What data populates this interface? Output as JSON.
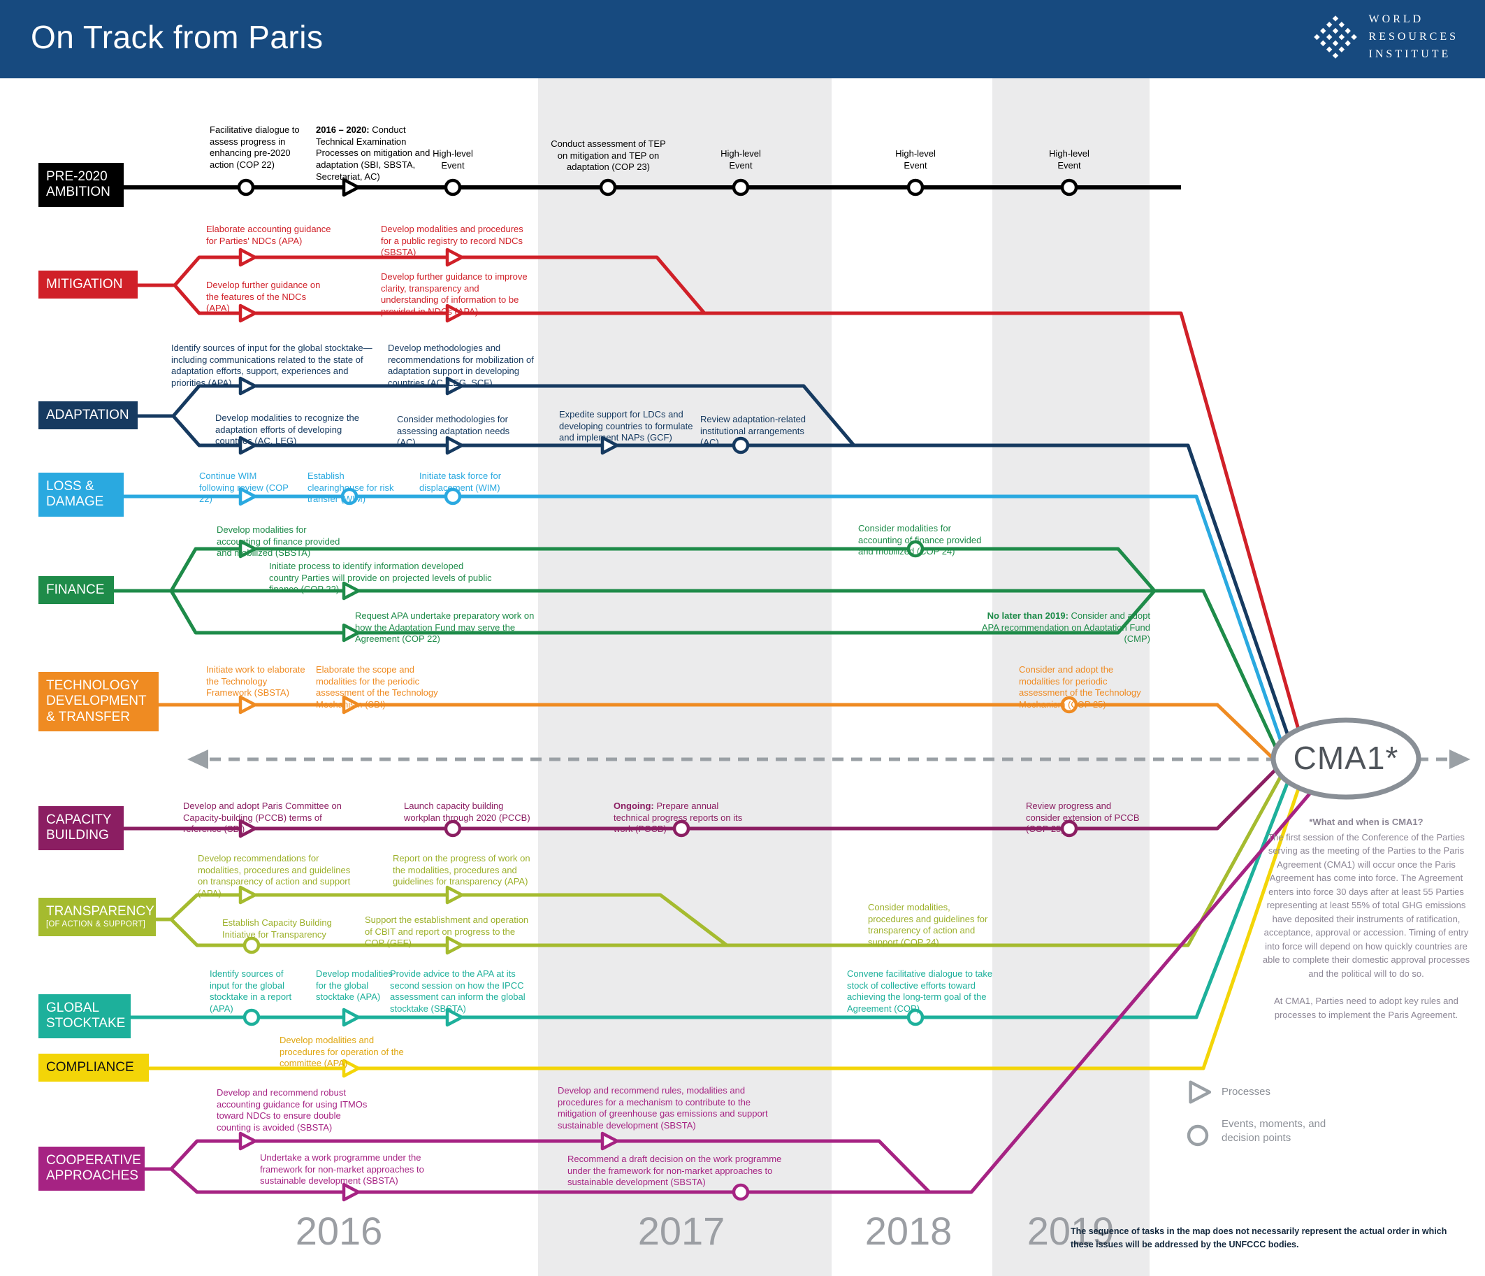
{
  "header": {
    "title": "On Track from Paris",
    "logo_lines": [
      "WORLD",
      "RESOURCES",
      "INSTITUTE"
    ]
  },
  "years": [
    "2016",
    "2017",
    "2018",
    "2019"
  ],
  "cma1": {
    "label": "CMA1*"
  },
  "palette": {
    "header_blue": "#174a7f",
    "band_gray": "#ebebec",
    "neutral_gray": "#9aa0a5"
  },
  "tracks": [
    {
      "label": "PRE-2020 AMBITION",
      "color": "#000000",
      "items": [
        {
          "text": "Facilitative dialogue to assess progress in enhancing pre-2020 action (COP 22)"
        },
        {
          "prefix": "2016 – 2020:",
          "text": " Conduct Technical Examination Processes on mitigation and adaptation (SBI, SBSTA, Secretariat, AC)"
        },
        {
          "text": "High-level Event"
        },
        {
          "text": "Conduct assessment of TEP on mitigation and TEP on adaptation (COP 23)"
        },
        {
          "text": "High-level Event"
        },
        {
          "text": "High-level Event"
        },
        {
          "text": "High-level Event"
        }
      ]
    },
    {
      "label": "MITIGATION",
      "color": "#d02028",
      "items": [
        {
          "text": "Elaborate accounting guidance for Parties' NDCs (APA)"
        },
        {
          "text": "Develop modalities and procedures for a public registry to record NDCs (SBSTA)"
        },
        {
          "text": "Develop further guidance on the features of the NDCs (APA)"
        },
        {
          "text": "Develop further guidance to improve clarity, transparency and understanding of information to be provided in NDCs (APA)"
        }
      ]
    },
    {
      "label": "ADAPTATION",
      "color": "#163a60",
      "items": [
        {
          "text": "Identify sources of input for the global stocktake—including communications related to the state of adaptation efforts, support, experiences and priorities (APA)"
        },
        {
          "text": "Develop methodologies and recommendations for mobilization of adaptation support in developing countries (AC, LEG, SCF)"
        },
        {
          "text": "Develop modalities to recognize the adaptation efforts of developing countries (AC, LEG)"
        },
        {
          "text": "Consider methodologies for assessing adaptation needs (AC)"
        },
        {
          "text": "Expedite support for LDCs and developing countries to formulate and implement NAPs (GCF)"
        },
        {
          "text": "Review adaptation-related institutional arrangements (AC)"
        }
      ]
    },
    {
      "label": "LOSS & DAMAGE",
      "color": "#2aa9e0",
      "items": [
        {
          "text": "Continue WIM following review (COP 22)"
        },
        {
          "text": "Establish clearinghouse for risk transfer (WIM)"
        },
        {
          "text": "Initiate task force for displacement (WIM)"
        }
      ]
    },
    {
      "label": "FINANCE",
      "color": "#1e8b49",
      "items": [
        {
          "text": "Develop modalities for accounting of finance provided and mobilized (SBSTA)"
        },
        {
          "text": "Initiate process to identify information developed country Parties will provide on projected levels of public finance (COP 22)"
        },
        {
          "text": "Request APA undertake preparatory work on how the Adaptation Fund may serve the Agreement (COP 22)"
        },
        {
          "text": "Consider modalities for accounting of finance provided and mobilized (COP 24)"
        },
        {
          "prefix": "No later than 2019:",
          "text": " Consider and adopt APA recommendation on Adaptation Fund (CMP)"
        }
      ]
    },
    {
      "label": "TECHNOLOGY DEVELOPMENT & TRANSFER",
      "color": "#ef8b22",
      "items": [
        {
          "text": "Initiate work to elaborate the Technology Framework (SBSTA)"
        },
        {
          "text": "Elaborate the scope and modalities for the periodic assessment of the Technology Mechanism (SBI)"
        },
        {
          "text": "Consider and adopt the modalities for periodic assessment of the Technology Mechanism (COP 25)"
        }
      ]
    },
    {
      "label": "CAPACITY BUILDING",
      "color": "#8b1e62",
      "items": [
        {
          "text": "Develop and adopt Paris Committee on Capacity-building (PCCB) terms of reference (SBI)"
        },
        {
          "text": "Launch capacity building workplan through 2020 (PCCB)"
        },
        {
          "prefix": "Ongoing:",
          "text": " Prepare annual technical progress reports on its work (PCCB)"
        },
        {
          "text": "Review progress and consider extension of PCCB (COP 25)"
        }
      ]
    },
    {
      "label": "TRANSPARENCY",
      "sublabel": "[OF ACTION & SUPPORT]",
      "color": "#a5bb2f",
      "items": [
        {
          "text": "Develop recommendations for modalities, procedures and guidelines on transparency of action and support (APA)"
        },
        {
          "text": "Report on the progress of work on the modalities, procedures and guidelines for transparency (APA)"
        },
        {
          "text": "Establish Capacity Building Initiative for Transparency"
        },
        {
          "text": "Support the establishment and operation of CBIT and report on progress to the COP (GEF)"
        },
        {
          "text": "Consider modalities, procedures and guidelines for transparency of action and support (COP 24)"
        }
      ]
    },
    {
      "label": "GLOBAL STOCKTAKE",
      "color": "#1db09b",
      "items": [
        {
          "text": "Identify sources of input for the global stocktake in a report (APA)"
        },
        {
          "text": "Develop modalities for the global stocktake (APA)"
        },
        {
          "text": "Provide advice to the APA at its second session on how the IPCC assessment can inform the global stocktake (SBSTA)"
        },
        {
          "text": "Convene facilitative dialogue to take stock of collective efforts toward achieving the long-term goal of the Agreement (COP)"
        }
      ]
    },
    {
      "label": "COMPLIANCE",
      "color": "#f3d508",
      "items": [
        {
          "text": "Develop modalities and procedures for operation of the committee (APA)"
        }
      ]
    },
    {
      "label": "COOPERATIVE APPROACHES",
      "color": "#a62383",
      "items": [
        {
          "text": "Develop and recommend robust accounting guidance for using ITMOs toward NDCs to ensure double counting is avoided (SBSTA)"
        },
        {
          "text": "Undertake a work programme under the framework for non-market approaches to sustainable development (SBSTA)"
        },
        {
          "text": "Develop and recommend rules, modalities and procedures for a mechanism to contribute to the mitigation of greenhouse gas emissions and support sustainable development (SBSTA)"
        },
        {
          "text": "Recommend a draft decision on the work programme under the framework for non-market approaches to sustainable development (SBSTA)"
        }
      ]
    }
  ],
  "sidebar": {
    "title": "*What and when is CMA1?",
    "body": "The first session of the Conference of the Parties serving as the meeting of the Parties to the Paris Agreement (CMA1) will occur once the Paris Agreement has come into force.  The Agreement enters into force 30 days after at least 55 Parties representing at least 55% of total GHG emissions have deposited their instruments of ratification, acceptance, approval or accession. Timing of entry into force will depend on how quickly countries are able to complete their domestic approval processes and the political will to do so.",
    "note": "At CMA1, Parties need to adopt key rules and processes to implement the Paris Agreement."
  },
  "legend": {
    "processes": "Processes",
    "events": "Events, moments, and decision points"
  },
  "footnote": "The sequence of tasks in the map does not necessarily represent the actual order in which these issues will be addressed by the UNFCCC bodies."
}
